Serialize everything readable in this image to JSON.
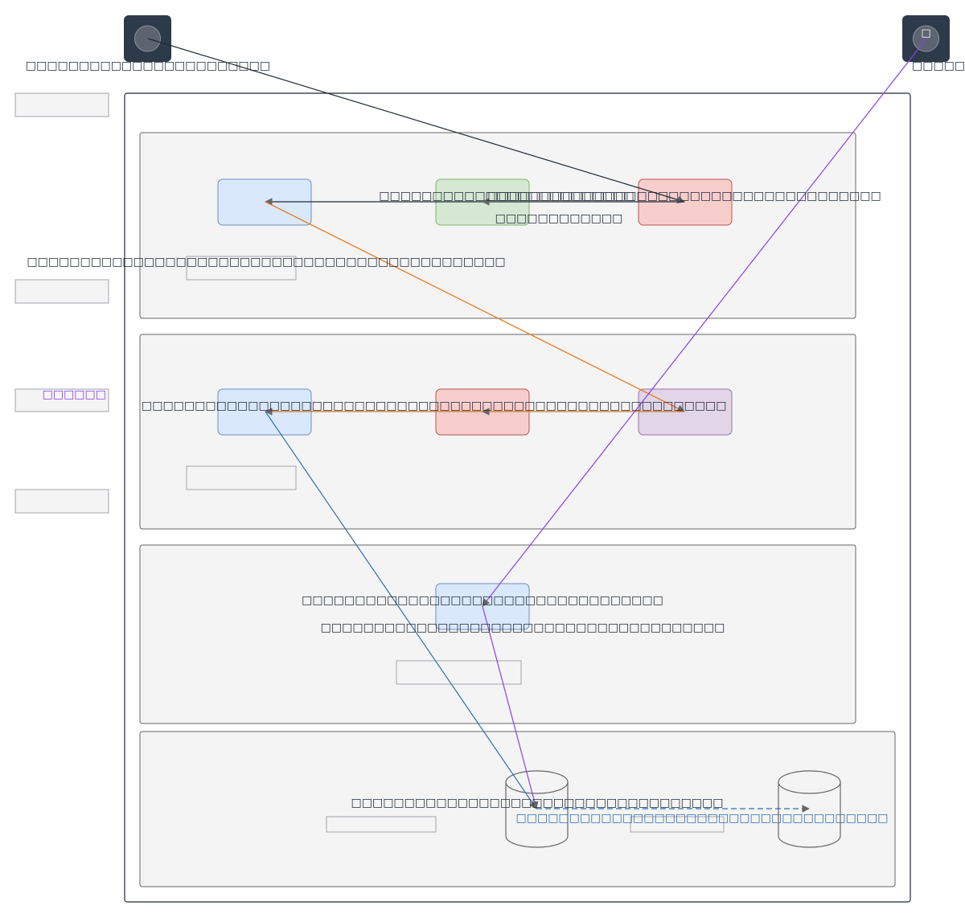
{
  "actors": [
    {
      "id": "actor-left",
      "label": "□□□□□□□□□□□□□□□□□□□□□□□",
      "glyph": ""
    },
    {
      "id": "actor-right",
      "label": "□□□□□□□□□□□",
      "glyph": "□"
    }
  ],
  "sidebar_labels": [
    "",
    "",
    "□□□□□□",
    ""
  ],
  "tiers": [
    {
      "id": "tier-1",
      "caption": ""
    },
    {
      "id": "tier-2",
      "caption": ""
    },
    {
      "id": "tier-3",
      "caption": ""
    },
    {
      "id": "tier-4",
      "captions": [
        "",
        ""
      ]
    }
  ],
  "nodes": [
    {
      "id": "node-a",
      "label": ""
    },
    {
      "id": "node-b",
      "label": ""
    },
    {
      "id": "node-c",
      "label": ""
    },
    {
      "id": "node-d",
      "label": ""
    },
    {
      "id": "node-e",
      "label": ""
    },
    {
      "id": "node-f",
      "label": ""
    },
    {
      "id": "node-g",
      "label": ""
    },
    {
      "id": "db-1",
      "label": ""
    },
    {
      "id": "db-2",
      "label": ""
    }
  ],
  "edge_labels": {
    "e1": "□□□□□□□□□□□□□□□□□□□□□□□□□□□□□□□□□□□□□",
    "e2a": "□□□□□□□□□□□□□□□□□□□□□□□□",
    "e2b": "□□□□□□□□□□□□",
    "e3": "□□□□□□□□□□□□□□□□□□□□□□□□□□□□□□□□□□□□□□□□□□□□□",
    "e4": "□□□□□□□□□□□□□□□□□□□□□□□□□□□□□□□□□□□□□□□□□□□□□□□□□□□□□□□",
    "e5a": "□□□□□□□□□□□□□□□□□□□□□□□□□□□□□□□□□□",
    "e5b": "□□□□□□□□□□□□□□□□□□□□□□□□□□□□□□□□□□□□□□",
    "e6": "□□□□□□□□□□□□□□□□□□□□□□□□□□□□□□□□□□□",
    "e7": "□□□□□□□□□□□□□□□□□□□□□□□□□□□□□□□□□□□"
  },
  "colors": {
    "blue_fill": "#dae8fc",
    "blue_stroke": "#6c8ebf",
    "green_fill": "#d5e8d4",
    "green_stroke": "#82b366",
    "red_fill": "#f8cecc",
    "red_stroke": "#b85450",
    "purple_fill": "#e1d5e7",
    "purple_stroke": "#9673a6",
    "tier_fill": "#f4f4f4",
    "tier_stroke": "#666666",
    "actor_fill": "#2d3a4a",
    "edge_dark": "#1f2937",
    "edge_orange": "#e8740c",
    "edge_purple": "#8b3fe8",
    "edge_blue": "#2f6fae"
  }
}
